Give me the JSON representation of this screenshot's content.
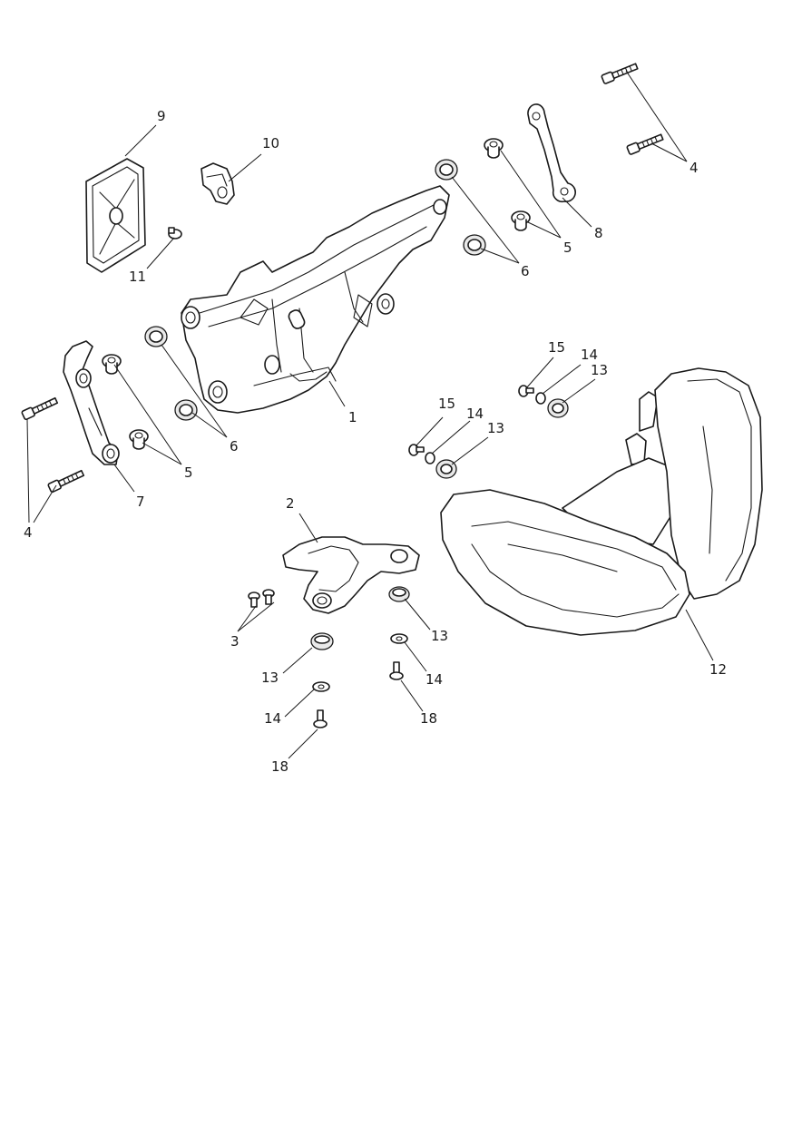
{
  "callouts": {
    "c1": "1",
    "c2": "2",
    "c3": "3",
    "c4a": "4",
    "c4b": "4",
    "c5a": "5",
    "c5b": "5",
    "c6a": "6",
    "c6b": "6",
    "c7": "7",
    "c8": "8",
    "c9": "9",
    "c10": "10",
    "c11": "11",
    "c12": "12",
    "c13a": "13",
    "c13b": "13",
    "c13c": "13",
    "c13d": "13",
    "c14a": "14",
    "c14b": "14",
    "c14c": "14",
    "c14d": "14",
    "c15a": "15",
    "c15b": "15",
    "c18a": "18",
    "c18b": "18"
  },
  "colors": {
    "ink": "#1a1a1a",
    "background": "#ffffff"
  }
}
